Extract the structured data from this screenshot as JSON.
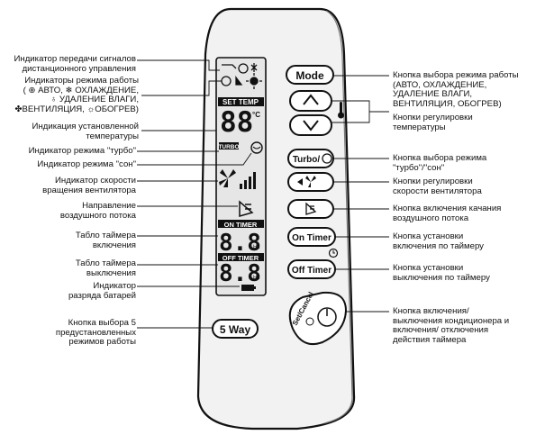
{
  "remote": {
    "lcd": {
      "set_temp_label": "SET TEMP",
      "temp_digits": "88",
      "temp_unit": "°C",
      "turbo_label": "TURBO",
      "on_timer_label": "ON TIMER",
      "on_timer_digits": "8.8",
      "off_timer_label": "OFF TIMER",
      "off_timer_digits": "8.8",
      "hr_label": "Hr."
    },
    "buttons": {
      "mode": "Mode",
      "turbo": "Turbo/",
      "on_timer": "On Timer",
      "off_timer": "Off Timer",
      "set_cancel": "Set/Cancel",
      "five_way": "5 Way"
    }
  },
  "left_labels": {
    "signal": [
      "Индикатор передачи сигналов",
      "дистанционного управления"
    ],
    "modes": [
      "Индикаторы режима работы",
      "( ⊕ АВТО, ❄ ОХЛАЖДЕНИЕ,",
      "♁ УДАЛЕНИЕ ВЛАГИ,",
      "✤ВЕНТИЛЯЦИЯ, ☼ОБОГРЕВ)"
    ],
    "temp": [
      "Индикация установленной",
      "температуры"
    ],
    "turbo": [
      "Индикатор режима \"турбо\""
    ],
    "sleep": [
      "Индикатор режима \"сон\""
    ],
    "fan_speed": [
      "Индикатор скорости",
      "вращения вентилятора"
    ],
    "airflow": [
      "Направление",
      "воздушного потока"
    ],
    "on_timer": [
      "Табло таймера",
      "включения"
    ],
    "off_timer": [
      "Табло таймера",
      "выключения"
    ],
    "battery": [
      "Индикатор",
      "разряда батарей"
    ],
    "five_way": [
      "Кнопка выбора 5",
      "предустановленных",
      "режимов работы"
    ]
  },
  "right_labels": {
    "mode": [
      "Кнопка выбора режима работы",
      "(АВТО, ОХЛАЖДЕНИЕ,",
      "УДАЛЕНИЕ ВЛАГИ,",
      "ВЕНТИЛЯЦИЯ, ОБОГРЕВ)"
    ],
    "temp_adjust": [
      "Кнопки регулировки",
      "температуры"
    ],
    "turbo_sleep": [
      "Кнопка выбора режима",
      "\"турбо\"/\"сон\""
    ],
    "fan_adjust": [
      "Кнопки регулировки",
      "скорости вентилятора"
    ],
    "swing": [
      "Кнопка включения качания",
      "воздушного потока"
    ],
    "on_timer": [
      "Кнопка установки",
      "включения по таймеру"
    ],
    "off_timer": [
      "Кнопка установки",
      "выключения по таймеру"
    ],
    "power": [
      "Кнопка включения/",
      "выключения кондиционера и",
      "включения/ отключения",
      "действия таймера"
    ]
  }
}
